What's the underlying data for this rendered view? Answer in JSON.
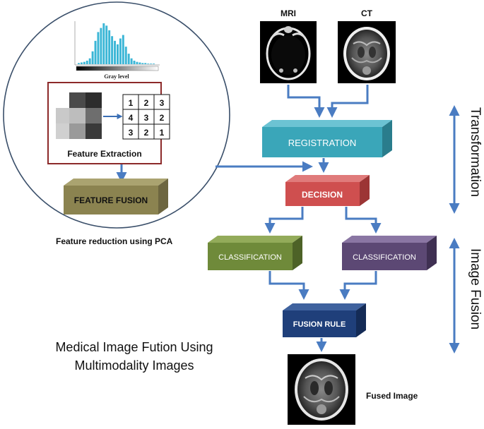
{
  "labels": {
    "mri": "MRI",
    "ct": "CT",
    "gray_level": "Gray level",
    "feature_extraction": "Feature Extraction",
    "feature_reduction": "Feature reduction using PCA",
    "title_line1": "Medical Image Fution Using",
    "title_line2": "Multimodality Images",
    "fused_image": "Fused Image",
    "transformation": "Transformation",
    "image_fusion": "Image Fusion"
  },
  "boxes": {
    "registration": "REGISTRATION",
    "decision": "DECISION",
    "classification_left": "CLASSIFICATION",
    "classification_right": "CLASSIFICATION",
    "fusion_rule": "FUSION RULE",
    "feature_fusion": "FEATURE FUSION"
  },
  "grid_numbers": [
    "1",
    "2",
    "3",
    "4",
    "3",
    "2",
    "3",
    "2",
    "1"
  ],
  "histogram": {
    "values": [
      2,
      3,
      4,
      6,
      10,
      22,
      40,
      55,
      62,
      70,
      66,
      58,
      48,
      40,
      34,
      44,
      50,
      30,
      18,
      10,
      6,
      4,
      3,
      2,
      2,
      1,
      1,
      1
    ],
    "x_label": "Gray level"
  },
  "grayscale_patch": [
    "#4a4a4a",
    "#2d2d2d",
    "#bdbdbd",
    "#6e6e6e",
    "#555555",
    "#d8d8d8",
    "#9a9a9a",
    "#3a3a3a"
  ],
  "colors": {
    "registration": "#3aa6b9",
    "decision": "#cf4f4f",
    "classification_left": "#6f8a3a",
    "classification_right": "#5c4874",
    "fusion_rule": "#1f3f7a",
    "feature_fusion": "#8b8350",
    "arrow": "#4a7cc2",
    "feature_box_border": "#8c2a2a"
  }
}
